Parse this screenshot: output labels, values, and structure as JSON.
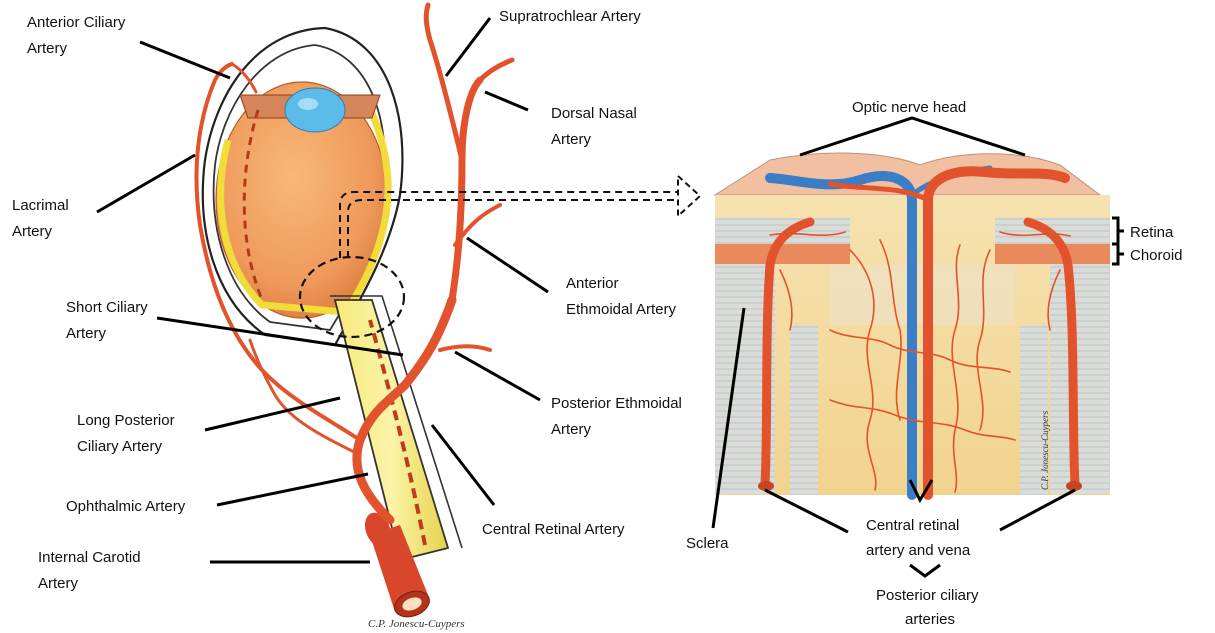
{
  "labels": {
    "anterior_ciliary_1": "Anterior Ciliary",
    "anterior_ciliary_2": "Artery",
    "lacrimal_1": "Lacrimal",
    "lacrimal_2": "Artery",
    "short_ciliary_1": "Short Ciliary",
    "short_ciliary_2": "Artery",
    "long_posterior_ciliary_1": "Long Posterior",
    "long_posterior_ciliary_2": "Ciliary Artery",
    "ophthalmic": "Ophthalmic Artery",
    "internal_carotid_1": "Internal Carotid",
    "internal_carotid_2": "Artery",
    "supratrochlear": "Supratrochlear Artery",
    "dorsal_nasal_1": "Dorsal Nasal",
    "dorsal_nasal_2": "Artery",
    "anterior_ethmoidal_1": "Anterior",
    "anterior_ethmoidal_2": "Ethmoidal Artery",
    "posterior_ethmoidal_1": "Posterior Ethmoidal",
    "posterior_ethmoidal_2": "Artery",
    "central_retinal": "Central Retinal Artery",
    "optic_nerve_head": "Optic nerve head",
    "retina": "Retina",
    "choroid": "Choroid",
    "sclera": "Sclera",
    "central_retinal_av_1": "Central retinal",
    "central_retinal_av_2": "artery and vena",
    "posterior_ciliary_1": "Posterior ciliary",
    "posterior_ciliary_2": "arteries"
  },
  "signature": "C.P. Jonescu-Cuypers",
  "colors": {
    "artery": "#e2532d",
    "vein": "#3a7ec8",
    "globe": "#f0a060",
    "optic_nerve": "#f3df5a",
    "lens": "#58b8e8",
    "sclera_band": "#d6dad7",
    "tissue": "#f7e3a8"
  }
}
